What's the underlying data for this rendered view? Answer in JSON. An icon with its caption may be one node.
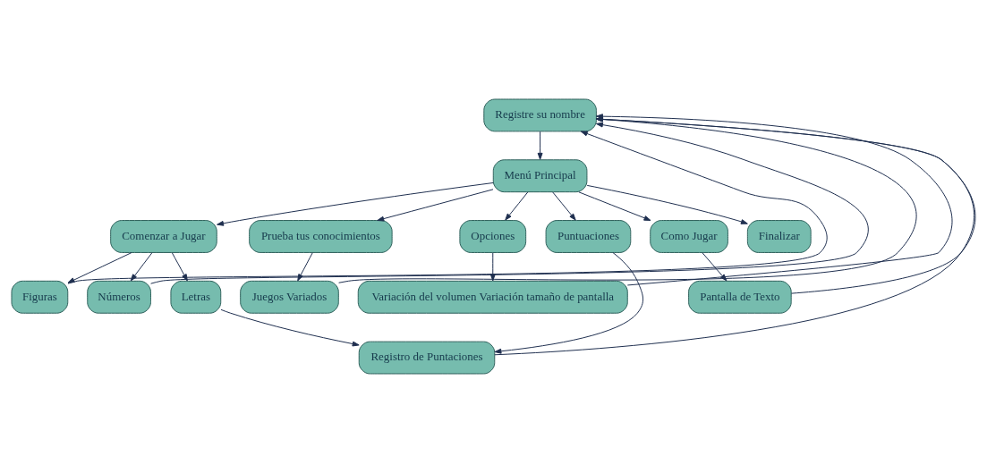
{
  "diagram": {
    "nodes": [
      {
        "text": [
          "Registre su nombre"
        ]
      },
      {
        "text": [
          "Menú Principal"
        ]
      },
      {
        "text": [
          "Comenzar a Jugar"
        ]
      },
      {
        "text": [
          "Prueba tus conocimientos"
        ]
      },
      {
        "text": [
          "Opciones"
        ]
      },
      {
        "text": [
          "Puntuaciones"
        ]
      },
      {
        "text": [
          "Como Jugar"
        ]
      },
      {
        "text": [
          "Finalizar"
        ]
      },
      {
        "text": [
          "Figuras"
        ]
      },
      {
        "text": [
          "Números"
        ]
      },
      {
        "text": [
          "Letras"
        ]
      },
      {
        "text": [
          "Juegos Variados"
        ]
      },
      {
        "text": [
          "Variación del volumen Variación tamaño de pantalla"
        ]
      },
      {
        "text": [
          "Registro de Puntaciones"
        ]
      },
      {
        "text": [
          "Pantalla de Texto"
        ]
      }
    ],
    "edges": [
      {
        "from": 0,
        "to": 1,
        "arrow": "to"
      },
      {
        "from": 1,
        "to": 2,
        "arrow": "to"
      },
      {
        "from": 1,
        "to": 3,
        "arrow": "to"
      },
      {
        "from": 1,
        "to": 4,
        "arrow": "to"
      },
      {
        "from": 1,
        "to": 5,
        "arrow": "to"
      },
      {
        "from": 1,
        "to": 6,
        "arrow": "to"
      },
      {
        "from": 1,
        "to": 7,
        "arrow": "to"
      },
      {
        "from": 2,
        "to": 8,
        "arrow": "to"
      },
      {
        "from": 2,
        "to": 9,
        "arrow": "to"
      },
      {
        "from": 2,
        "to": 10,
        "arrow": "to"
      },
      {
        "from": 3,
        "to": 11,
        "arrow": "to"
      },
      {
        "from": 4,
        "to": 12,
        "arrow": "to"
      },
      {
        "from": 5,
        "to": 13,
        "arrow": "to"
      },
      {
        "from": 6,
        "to": 14,
        "arrow": "to"
      },
      {
        "from": 8,
        "to": 0,
        "arrow": "to"
      },
      {
        "from": 9,
        "to": 0,
        "arrow": "to"
      },
      {
        "from": 10,
        "to": 13,
        "arrow": "to"
      },
      {
        "from": 11,
        "to": 0,
        "arrow": "to"
      },
      {
        "from": 12,
        "to": 0,
        "arrow": "to"
      },
      {
        "from": 13,
        "to": 0,
        "arrow": "to"
      },
      {
        "from": 14,
        "to": 0,
        "arrow": "to"
      }
    ]
  }
}
